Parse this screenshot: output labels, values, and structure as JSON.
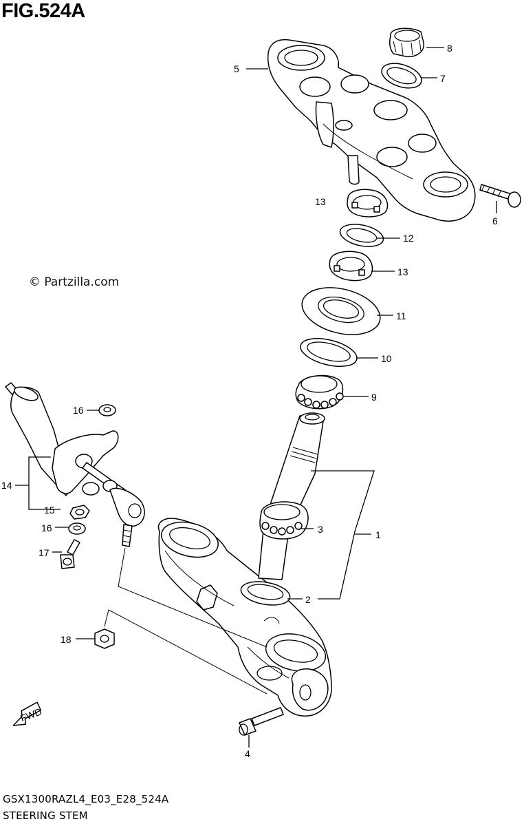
{
  "figure": {
    "title": "FIG.524A",
    "watermark": "© Partzilla.com",
    "model_code": "GSX1300RAZL4_E03_E28_524A",
    "section_name": "STEERING STEM",
    "fwd_label": "FWD"
  },
  "callouts": {
    "c1": "1",
    "c2": "2",
    "c3": "3",
    "c4": "4",
    "c5": "5",
    "c6": "6",
    "c7": "7",
    "c8": "8",
    "c9": "9",
    "c10": "10",
    "c11": "11",
    "c12": "12",
    "c13a": "13",
    "c13b": "13",
    "c14": "14",
    "c15": "15",
    "c16a": "16",
    "c16b": "16",
    "c17": "17",
    "c18": "18"
  }
}
